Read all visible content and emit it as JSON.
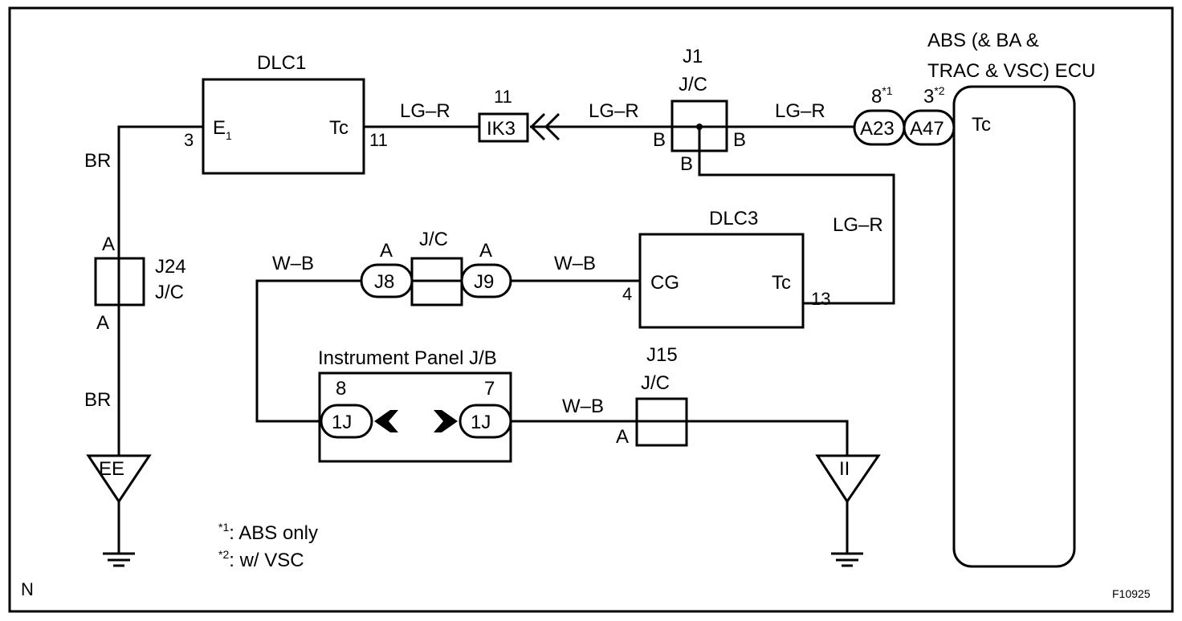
{
  "components": {
    "dlc1": {
      "name": "DLC1",
      "pin_e1": "E",
      "pin_e1_sub": "1",
      "pin_tc": "Tc",
      "pin_e1_num": "3",
      "pin_tc_num": "11"
    },
    "ik3": {
      "num": "11",
      "label": "IK3"
    },
    "j1": {
      "name": "J1",
      "type": "J/C",
      "pin_left": "B",
      "pin_right": "B",
      "pin_bottom": "B"
    },
    "ecu": {
      "line1": "ABS (& BA &",
      "line2": "TRAC & VSC) ECU",
      "pin_tc": "Tc"
    },
    "a23": {
      "num": "8",
      "sup": "*1",
      "label": "A23"
    },
    "a47": {
      "num": "3",
      "sup": "*2",
      "label": "A47"
    },
    "j24": {
      "name": "J24",
      "type": "J/C",
      "pin_top": "A",
      "pin_bottom": "A"
    },
    "jc_mid": {
      "type": "J/C",
      "pin_left": "A",
      "pin_right": "A"
    },
    "j8": {
      "label": "J8"
    },
    "j9": {
      "label": "J9"
    },
    "dlc3": {
      "name": "DLC3",
      "pin_cg": "CG",
      "pin_tc": "Tc",
      "pin_cg_num": "4",
      "pin_tc_num": "13"
    },
    "ipjb": {
      "name": "Instrument Panel J/B",
      "left_num": "8",
      "right_num": "7",
      "left_label": "1J",
      "right_label": "1J"
    },
    "j15": {
      "name": "J15",
      "type": "J/C",
      "pin": "A"
    },
    "ground_ee": {
      "label": "EE"
    },
    "ground_ii": {
      "label": "II"
    }
  },
  "wires": {
    "br_top": "BR",
    "br_bottom": "BR",
    "lg_r_1": "LG–R",
    "lg_r_2": "LG–R",
    "lg_r_3": "LG–R",
    "lg_r_4": "LG–R",
    "w_b_1": "W–B",
    "w_b_2": "W–B",
    "w_b_3": "W–B"
  },
  "notes": {
    "n1_mark": "*1",
    "n1_text": ": ABS only",
    "n2_mark": "*2",
    "n2_text": ": w/ VSC"
  },
  "corner_label": "N",
  "figure_id": "F10925"
}
